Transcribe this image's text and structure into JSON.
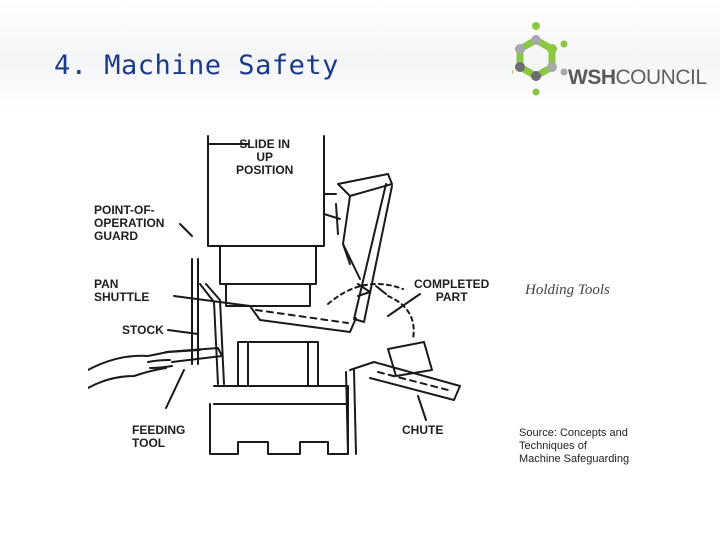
{
  "slide": {
    "title": "4. Machine Safety",
    "caption": "Holding Tools",
    "source": {
      "lines": [
        "Source: Concepts and",
        "Techniques of",
        "Machine Safeguarding"
      ]
    }
  },
  "logo": {
    "text_bold": "WSH",
    "text_regular": "COUNCIL",
    "colors": {
      "ring": "#8dc63f",
      "nodes_dark": "#6d6e71",
      "nodes_light": "#a7a9ac",
      "accent": "#8dc63f"
    }
  },
  "diagram": {
    "labels": {
      "slide_up": [
        "SLIDE IN",
        "UP",
        "POSITION"
      ],
      "point_of_operation_guard": [
        "POINT-OF-",
        "OPERATION",
        "GUARD"
      ],
      "pan_shuttle": [
        "PAN",
        "SHUTTLE"
      ],
      "stock": [
        "STOCK"
      ],
      "completed_part": [
        "COMPLETED",
        "PART"
      ],
      "feeding_tool": [
        "FEEDING",
        "TOOL"
      ],
      "chute": [
        "CHUTE"
      ]
    }
  }
}
